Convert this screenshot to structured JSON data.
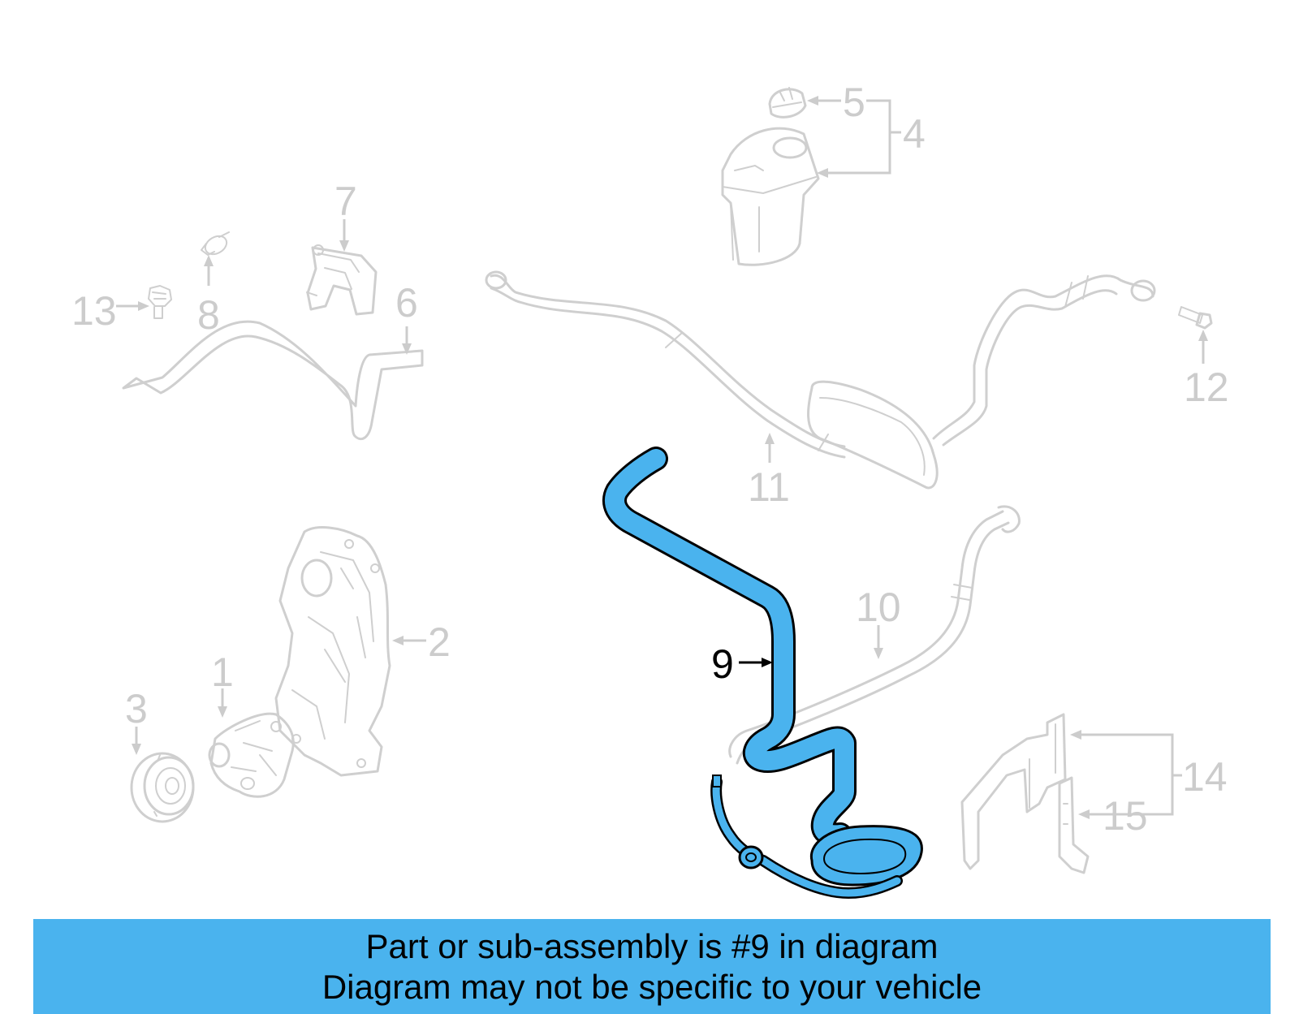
{
  "diagram": {
    "labels": {
      "p1": "1",
      "p2": "2",
      "p3": "3",
      "p4": "4",
      "p5": "5",
      "p6": "6",
      "p7": "7",
      "p8": "8",
      "p9": "9",
      "p10": "10",
      "p11": "11",
      "p12": "12",
      "p13": "13",
      "p14": "14",
      "p15": "15"
    },
    "highlighted_part": "9",
    "colors": {
      "highlight_fill": "#4ab3ee",
      "faded_stroke": "#cfcfcf",
      "banner_bg": "#4ab3ee"
    }
  },
  "banner": {
    "line1": "Part or sub-assembly is #9 in diagram",
    "line2": "Diagram may not be specific to your vehicle"
  }
}
